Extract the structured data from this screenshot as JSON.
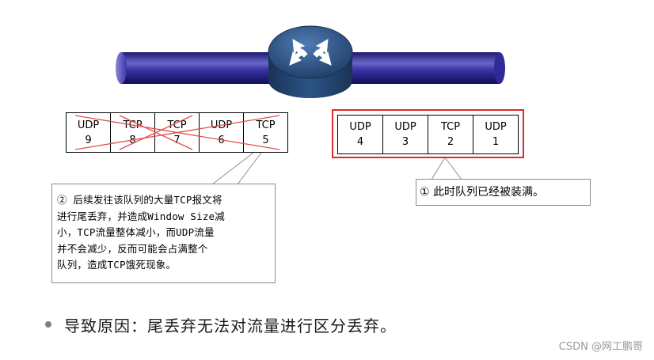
{
  "dropped_queue": [
    {
      "proto": "UDP",
      "num": "9"
    },
    {
      "proto": "TCP",
      "num": "8"
    },
    {
      "proto": "TCP",
      "num": "7"
    },
    {
      "proto": "UDP",
      "num": "6"
    },
    {
      "proto": "TCP",
      "num": "5"
    }
  ],
  "full_queue": [
    {
      "proto": "UDP",
      "num": "4"
    },
    {
      "proto": "UDP",
      "num": "3"
    },
    {
      "proto": "TCP",
      "num": "2"
    },
    {
      "proto": "UDP",
      "num": "1"
    }
  ],
  "callout_2": "② 后续发往该队列的大量TCP报文将\n进行尾丢弃，并造成Window Size减\n小，TCP流量整体减小，而UDP流量\n并不会减少，反而可能会占满整个\n队列，造成TCP饿死现象。",
  "callout_1": "① 此时队列已经被装满。",
  "bullet": "导致原因：尾丢弃无法对流量进行区分丢弃。",
  "watermark": "CSDN @网工鹏哥",
  "colors": {
    "pipe": "#2a2590",
    "router": "#1f3d66",
    "highlight_frame": "#e02a2a",
    "strike": "#e0504f"
  },
  "icons": {
    "router": "router-icon"
  }
}
